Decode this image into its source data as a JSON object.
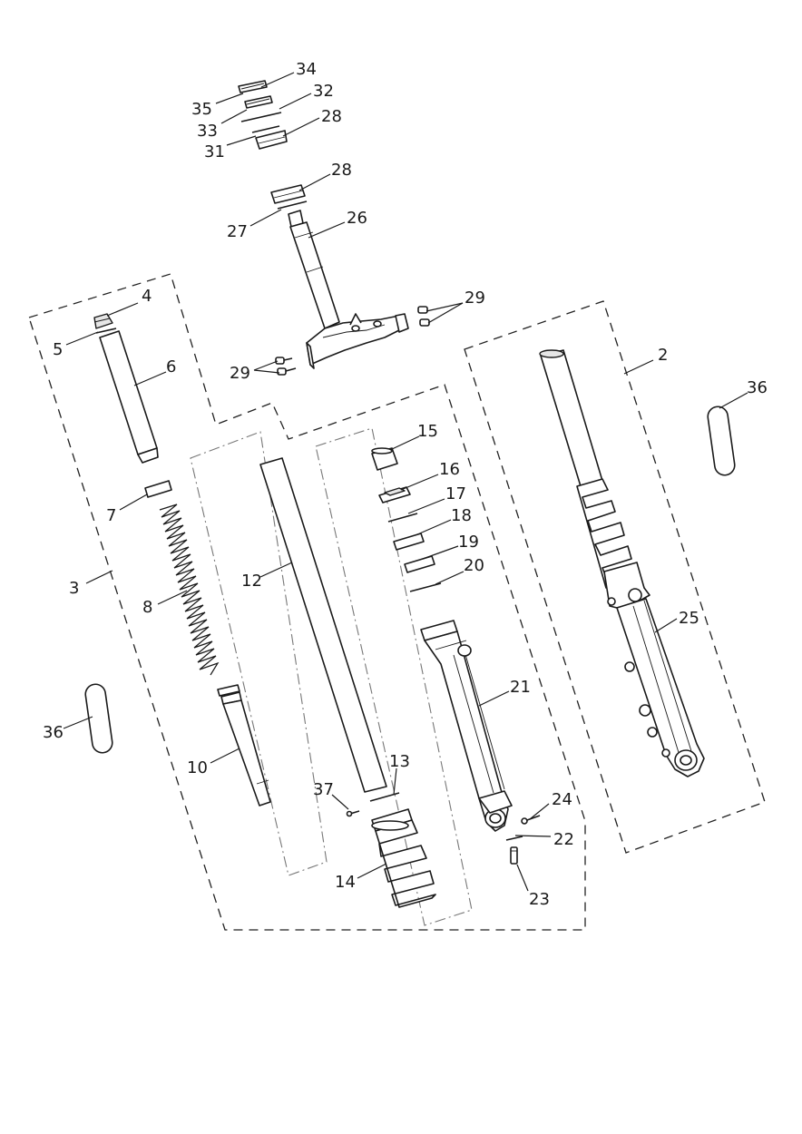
{
  "callouts": [
    {
      "id": "c34",
      "text": "34"
    },
    {
      "id": "c35",
      "text": "35"
    },
    {
      "id": "c32",
      "text": "32"
    },
    {
      "id": "c33",
      "text": "33"
    },
    {
      "id": "c28a",
      "text": "28"
    },
    {
      "id": "c31",
      "text": "31"
    },
    {
      "id": "c28b",
      "text": "28"
    },
    {
      "id": "c27",
      "text": "27"
    },
    {
      "id": "c26",
      "text": "26"
    },
    {
      "id": "c29a",
      "text": "29"
    },
    {
      "id": "c29b",
      "text": "29"
    },
    {
      "id": "c4",
      "text": "4"
    },
    {
      "id": "c5",
      "text": "5"
    },
    {
      "id": "c6",
      "text": "6"
    },
    {
      "id": "c2",
      "text": "2"
    },
    {
      "id": "c36a",
      "text": "36"
    },
    {
      "id": "c15",
      "text": "15"
    },
    {
      "id": "c16",
      "text": "16"
    },
    {
      "id": "c17",
      "text": "17"
    },
    {
      "id": "c18",
      "text": "18"
    },
    {
      "id": "c19",
      "text": "19"
    },
    {
      "id": "c20",
      "text": "20"
    },
    {
      "id": "c7",
      "text": "7"
    },
    {
      "id": "c3",
      "text": "3"
    },
    {
      "id": "c12",
      "text": "12"
    },
    {
      "id": "c8",
      "text": "8"
    },
    {
      "id": "c25",
      "text": "25"
    },
    {
      "id": "c21",
      "text": "21"
    },
    {
      "id": "c36b",
      "text": "36"
    },
    {
      "id": "c10",
      "text": "10"
    },
    {
      "id": "c13",
      "text": "13"
    },
    {
      "id": "c37",
      "text": "37"
    },
    {
      "id": "c24",
      "text": "24"
    },
    {
      "id": "c22",
      "text": "22"
    },
    {
      "id": "c14",
      "text": "14"
    },
    {
      "id": "c23",
      "text": "23"
    }
  ]
}
